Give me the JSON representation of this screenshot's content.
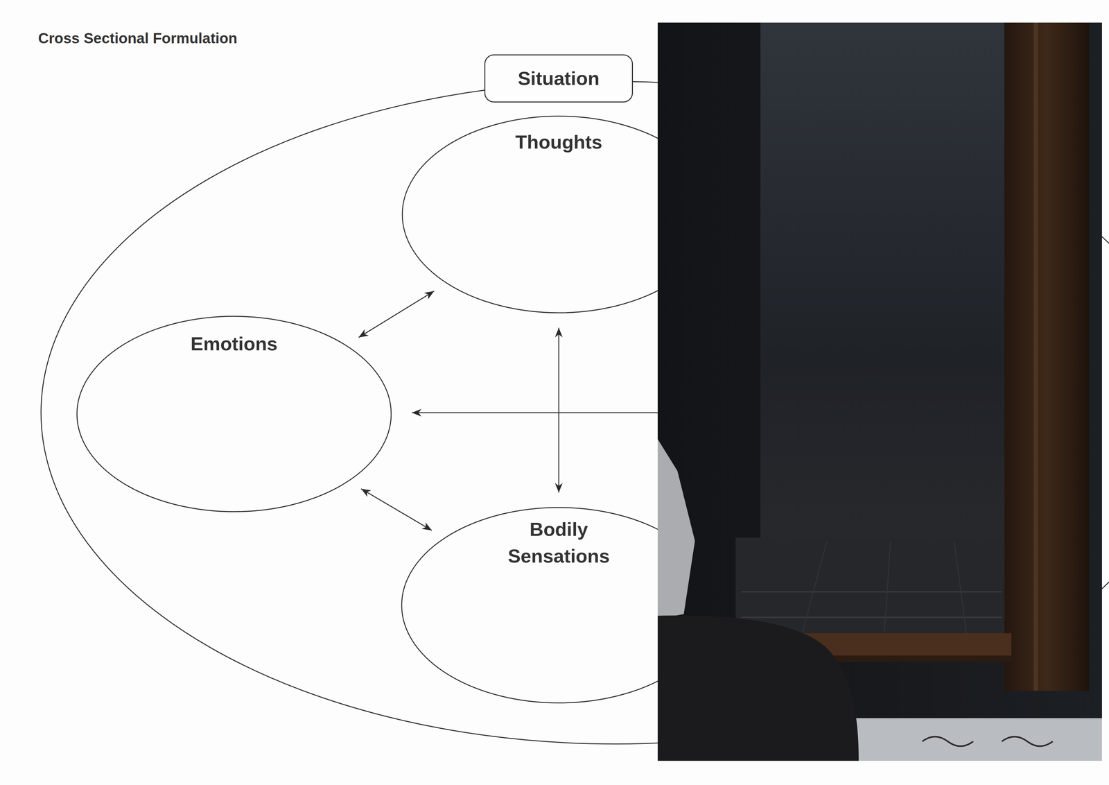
{
  "diagram": {
    "title": "Cross Sectional Formulation",
    "nodes": [
      {
        "text": [
          "Situation"
        ]
      },
      {
        "text": [
          "Thoughts"
        ]
      },
      {
        "text": [
          "Emotions"
        ]
      },
      {
        "text": [
          "Bodily Sensations"
        ]
      }
    ],
    "edges": [
      {
        "from": 1,
        "to": 2,
        "arrow": "both"
      },
      {
        "from": 2,
        "to": 3,
        "arrow": "both"
      },
      {
        "from": 1,
        "to": 3,
        "arrow": "both"
      }
    ]
  }
}
